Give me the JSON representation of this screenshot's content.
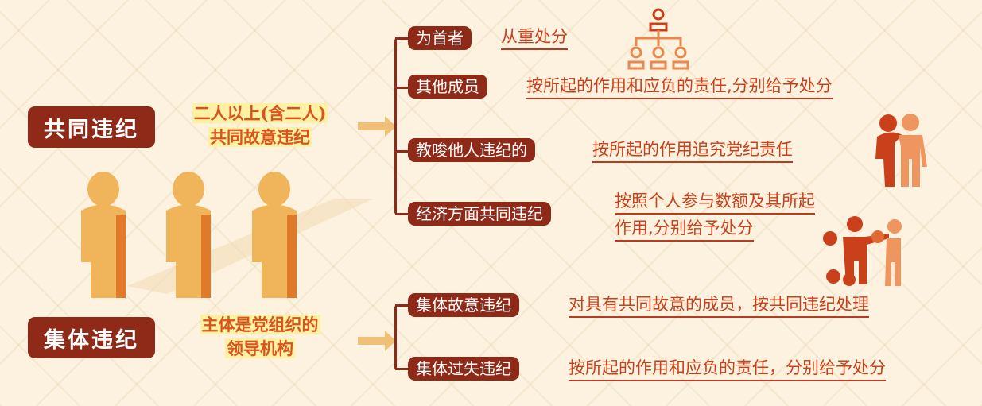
{
  "joint": {
    "label": "共同违纪",
    "condition": [
      "二人以上(含二人)",
      "共同故意违纪"
    ],
    "rows": [
      {
        "role": "为首者",
        "rule": "从重处分"
      },
      {
        "role": "其他成员",
        "rule": "按所起的作用和应负的责任,分别给予处分"
      },
      {
        "role": "教唆他人违纪的",
        "rule": "按所起的作用追究党纪责任"
      },
      {
        "role": "经济方面共同违纪",
        "rule": [
          "按照个人参与数额及其所起",
          "作用,分别给予处分"
        ]
      }
    ]
  },
  "collective": {
    "label": "集体违纪",
    "condition": [
      "主体是党组织的",
      "领导机构"
    ],
    "rows": [
      {
        "role": "集体故意违纪",
        "rule": "对具有共同故意的成员，按共同违纪处理"
      },
      {
        "role": "集体过失违纪",
        "rule": "按所起的作用和应负的责任，分别给予处分"
      }
    ]
  },
  "colors": {
    "dark_red": "#8f2a19",
    "orange": "#d9541c",
    "highlight": "#fff1a3",
    "figure": "#f0b45a"
  }
}
